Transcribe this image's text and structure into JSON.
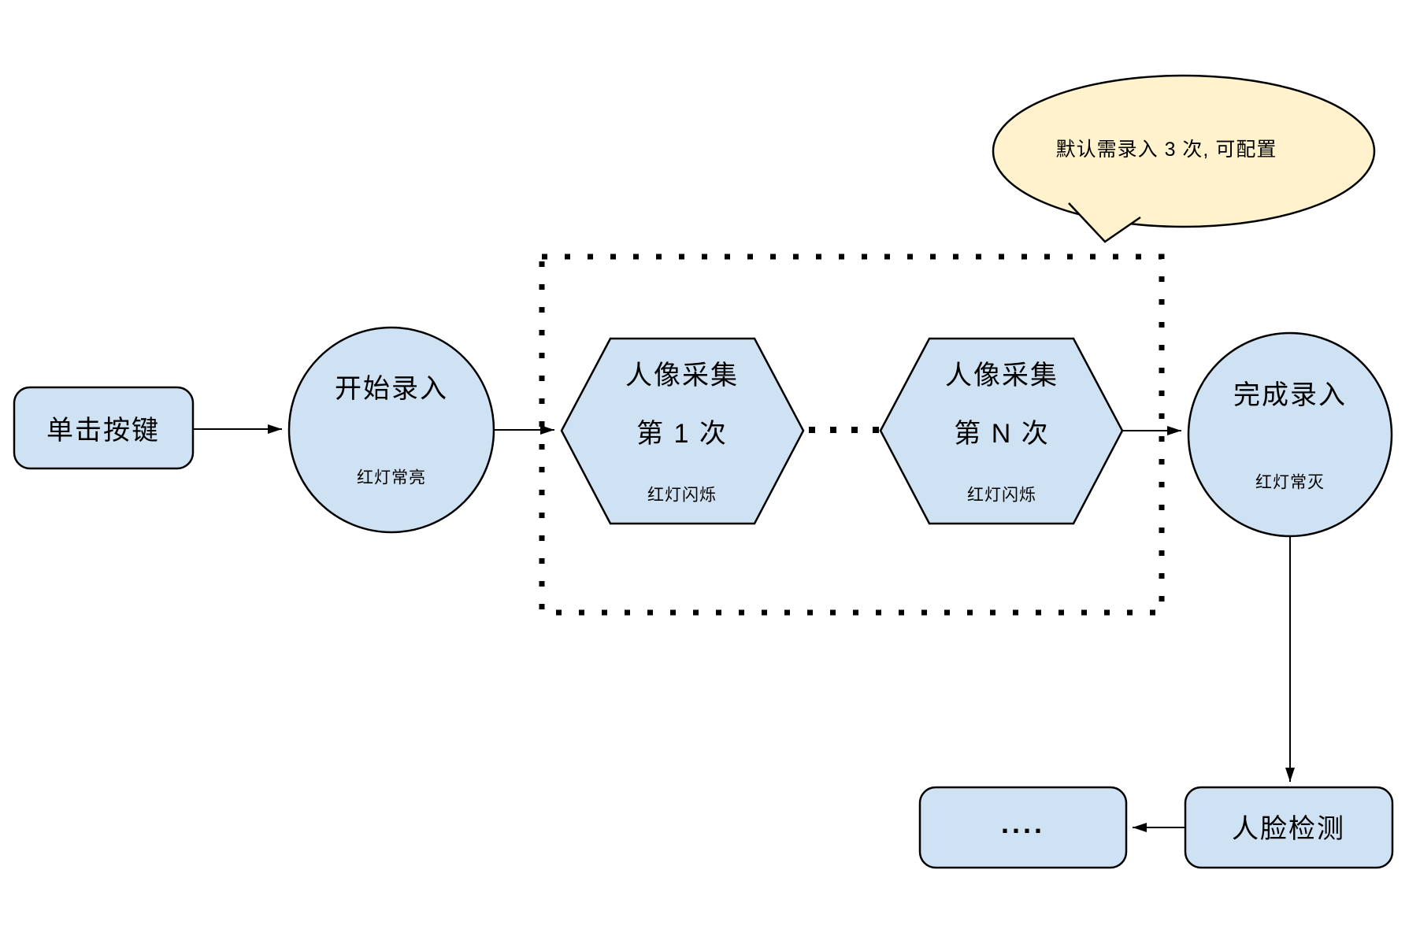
{
  "diagram": {
    "click_button": {
      "label": "单击按键"
    },
    "start_enroll": {
      "title": "开始录入",
      "subtitle": "红灯常亮"
    },
    "capture_first": {
      "line1": "人像采集",
      "line2": "第 1 次",
      "subtitle": "红灯闪烁"
    },
    "capture_nth": {
      "line1": "人像采集",
      "line2": "第 N 次",
      "subtitle": "红灯闪烁"
    },
    "finish_enroll": {
      "title": "完成录入",
      "subtitle": "红灯常灭"
    },
    "callout": {
      "text": "默认需录入 3 次, 可配置"
    },
    "face_detect": {
      "label": "人脸检测"
    },
    "more": {
      "label": "...."
    },
    "colors": {
      "shape_fill": "#cfe2f3",
      "callout_fill": "#fff2cc",
      "stroke": "#000000"
    }
  }
}
